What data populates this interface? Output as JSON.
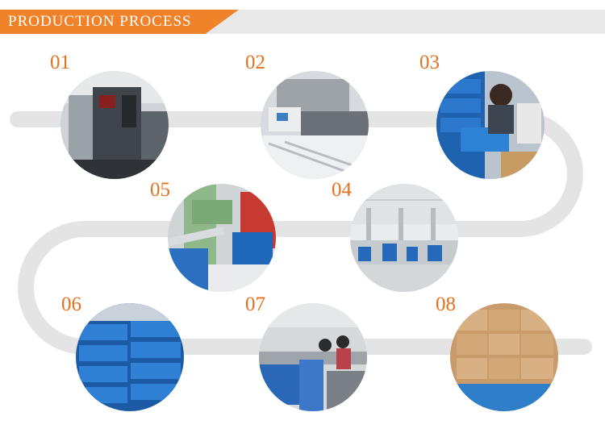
{
  "header": {
    "title": "PRODUCTION PROCESS"
  },
  "colors": {
    "accent": "#f0822a",
    "number": "#e7701f",
    "track": "#e4e4e4",
    "banner_bg": "#e9e9e9"
  },
  "steps": [
    {
      "number": "01",
      "image": "printing-press-photo"
    },
    {
      "number": "02",
      "image": "folding-machine-photo"
    },
    {
      "number": "03",
      "image": "worker-with-blue-crates-photo"
    },
    {
      "number": "04",
      "image": "factory-floor-photo"
    },
    {
      "number": "05",
      "image": "green-machine-photo"
    },
    {
      "number": "06",
      "image": "stacked-blue-crates-photo"
    },
    {
      "number": "07",
      "image": "assembly-line-photo"
    },
    {
      "number": "08",
      "image": "cardboard-boxes-photo"
    }
  ]
}
